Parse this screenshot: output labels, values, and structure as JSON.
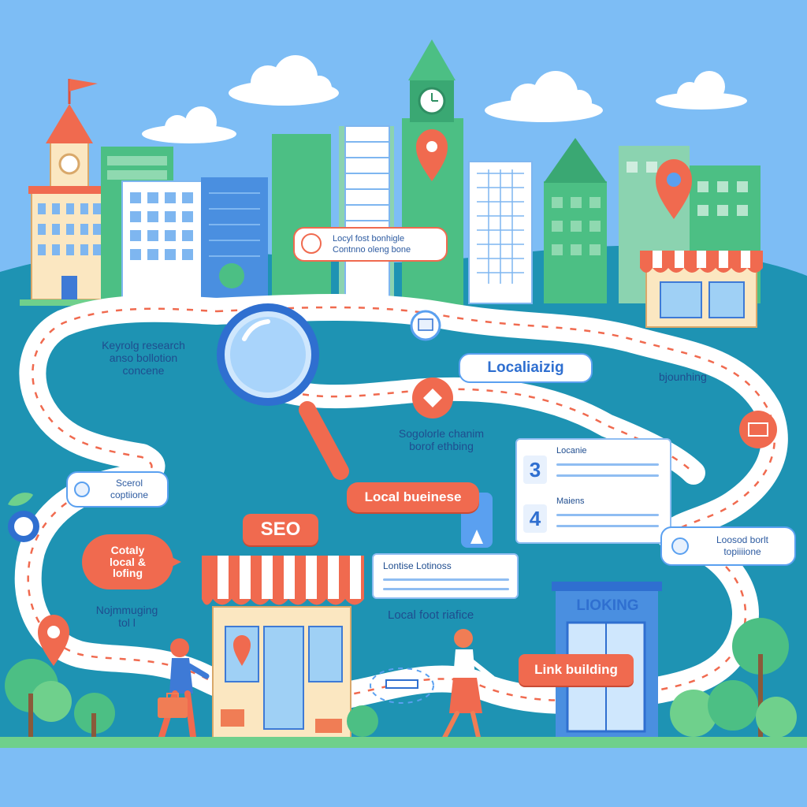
{
  "labels": {
    "keyword_research": "Keyrolg research\nanso bollotion\nconcene",
    "localizing": "Localiaizig",
    "banner_top_line1": "Locyl fost bonhigle",
    "banner_top_line2": "Contnno oleng bone",
    "bjounhing": "bjounhing",
    "segolorle": "Sogolorle chanim\nborof ethbing",
    "local_business": "Local bueinese",
    "social_line1": "Scerol",
    "social_line2": "coptiione",
    "local_listing": "Cotaly\nlocal &\nlofing",
    "nojmmuging": "Nojmmuging\ntol l",
    "lontise": "Lontise Lotinoss",
    "local_foot_traffic": "Local foot riafice",
    "seo_sign": "SEO",
    "card_row3": "Locanie",
    "card_row4": "Maiens",
    "card_num3": "3",
    "card_num4": "4",
    "loosod_line1": "Loosod borlt",
    "loosod_line2": "topiiiione",
    "building_sign": "LIOKING",
    "link_building": "Link building"
  },
  "icons": [
    "magnifier-icon",
    "location-pin-icon",
    "clock-tower-icon",
    "storefront-icon",
    "tree-icon",
    "leaf-icon",
    "person-walking-icon",
    "briefcase-icon"
  ],
  "colors": {
    "sky": "#7dbdf5",
    "teal_ground": "#1e93b3",
    "path": "#ffffff",
    "accent": "#f06a4f",
    "blue": "#2f6fd0",
    "green": "#4cbf84",
    "grass": "#6fd08c"
  }
}
